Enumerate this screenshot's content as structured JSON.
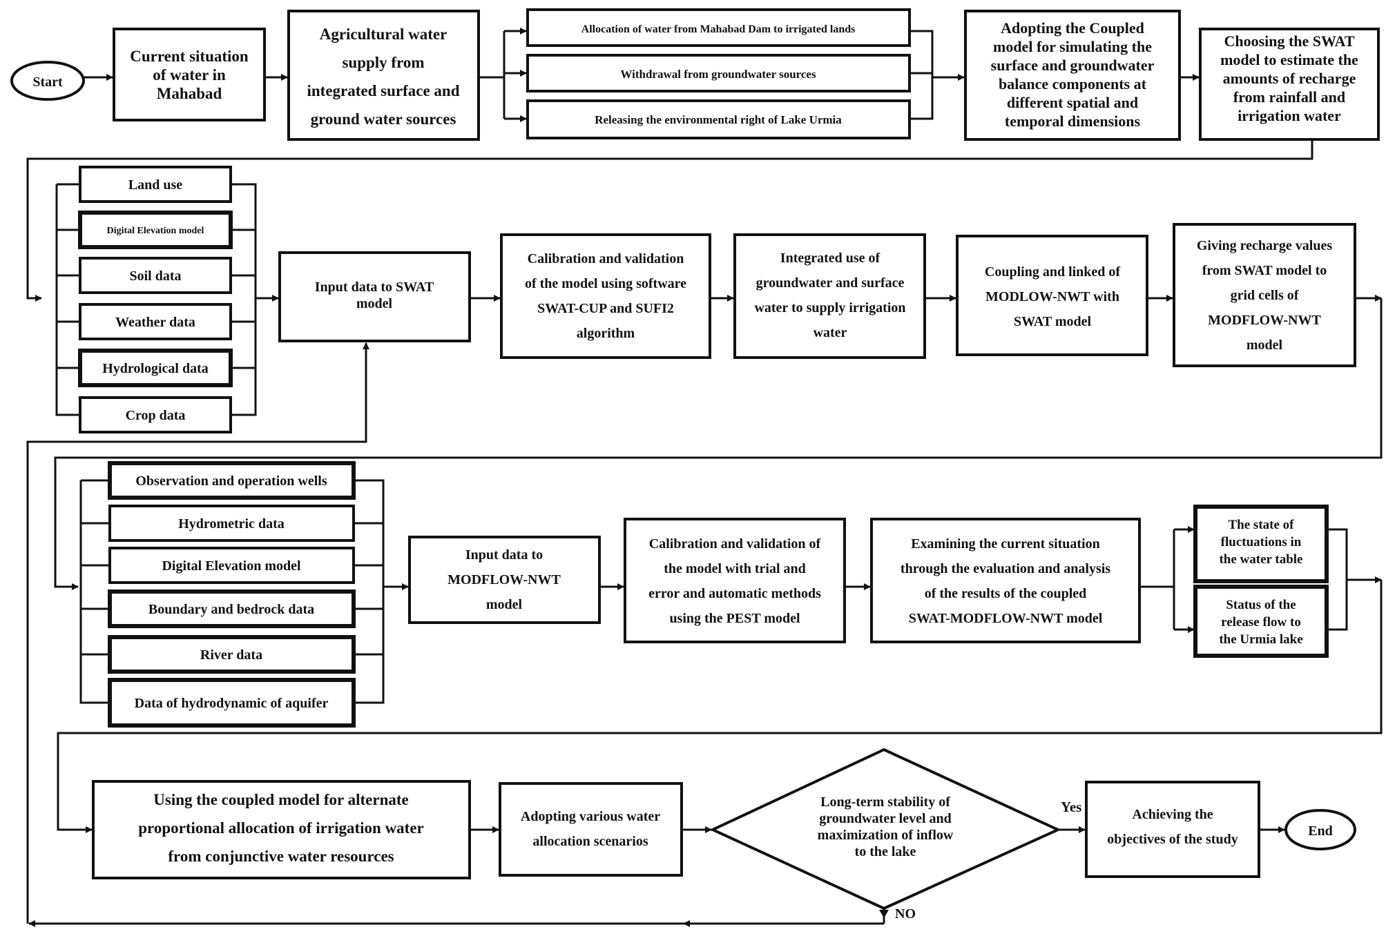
{
  "nodes": {
    "start": "Start",
    "current_situation": [
      "Current situation",
      "of water in",
      "Mahabad"
    ],
    "agri_supply": [
      "Agricultural water",
      "supply from",
      "integrated surface and",
      "ground water sources"
    ],
    "allocation_dam": "Allocation of water from Mahabad Dam to irrigated lands",
    "withdrawal_gw": "Withdrawal from groundwater sources",
    "release_env": "Releasing the environmental right of Lake Urmia",
    "adopt_coupled": [
      "Adopting the Coupled",
      "model for simulating the",
      "surface and groundwater",
      "balance components at",
      "different spatial and",
      "temporal dimensions"
    ],
    "choose_swat": [
      "Choosing the SWAT",
      "model to estimate the",
      "amounts of recharge",
      "from rainfall and",
      "irrigation water"
    ],
    "land_use": "Land use",
    "dem_1": "Digital Elevation model",
    "soil_data": "Soil data",
    "weather_data": "Weather data",
    "hydrological_data": "Hydrological data",
    "crop_data": "Crop data",
    "input_swat": [
      "Input data to SWAT",
      "model"
    ],
    "calib_swat": [
      "Calibration and validation",
      "of the model using software",
      "SWAT-CUP and SUFI2",
      "algorithm"
    ],
    "integrated_use": [
      "Integrated use of",
      "groundwater and surface",
      "water to supply irrigation",
      "water"
    ],
    "coupling_linked": [
      "Coupling and linked of",
      "MODLOW-NWT with",
      "SWAT model"
    ],
    "giving_recharge": [
      "Giving recharge values",
      "from SWAT model to",
      "grid cells of",
      "MODFLOW-NWT",
      "model"
    ],
    "obs_wells": "Observation and operation wells",
    "hydrometric": "Hydrometric data",
    "dem_2": "Digital Elevation model",
    "boundary_bedrock": "Boundary and bedrock data",
    "river_data": "River data",
    "hydrodynamic": "Data of hydrodynamic of aquifer",
    "input_modflow": [
      "Input data to",
      "MODFLOW-NWT",
      "model"
    ],
    "calib_modflow": [
      "Calibration and validation of",
      "the model with trial and",
      "error and automatic methods",
      "using the PEST model"
    ],
    "examining": [
      "Examining the current situation",
      "through the evaluation and analysis",
      "of the results of the coupled",
      "SWAT-MODFLOW-NWT model"
    ],
    "fluctuations": [
      "The state of",
      "fluctuations in",
      "the water table"
    ],
    "release_flow": [
      "Status of the",
      "release flow to",
      "the Urmia lake"
    ],
    "using_coupled": [
      "Using the coupled model for alternate",
      "proportional allocation of irrigation water",
      "from conjunctive water resources"
    ],
    "adopting_scenarios": [
      "Adopting various water",
      "allocation scenarios"
    ],
    "decision": [
      "Long-term stability of",
      "groundwater level and",
      "maximization of inflow",
      "to the lake"
    ],
    "achieving": [
      "Achieving the",
      "objectives of the study"
    ],
    "end": "End"
  },
  "labels": {
    "yes": "Yes",
    "no": "NO"
  },
  "colors": {
    "stroke": "#111111",
    "background": "#ffffff"
  }
}
